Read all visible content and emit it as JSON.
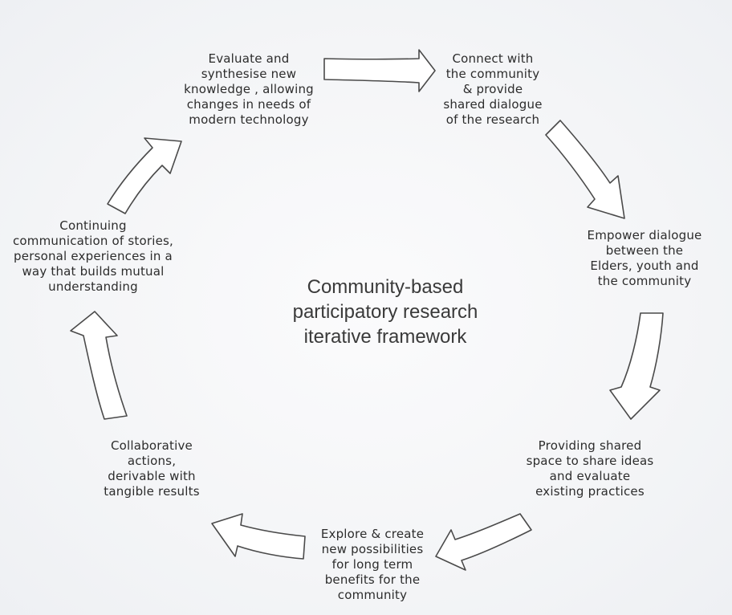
{
  "diagram": {
    "title_lines": [
      "Community-based",
      "participatory research",
      "iterative framework"
    ],
    "steps": [
      {
        "id": "connect",
        "lines": [
          "Connect with",
          "the community",
          "& provide",
          "shared dialogue",
          "of the research"
        ]
      },
      {
        "id": "empower",
        "lines": [
          "Empower dialogue",
          "between  the",
          "Elders, youth and",
          "the community"
        ]
      },
      {
        "id": "providing",
        "lines": [
          "Providing shared",
          "space to share ideas",
          "and evaluate",
          "existing practices"
        ]
      },
      {
        "id": "explore",
        "lines": [
          "Explore & create",
          "new possibilities",
          "for long term",
          "benefits for the",
          "community"
        ]
      },
      {
        "id": "collaborative",
        "lines": [
          "Collaborative",
          "actions,",
          "derivable with",
          "tangible results"
        ]
      },
      {
        "id": "continuing",
        "lines": [
          "Continuing",
          "communication of stories,",
          "personal experiences in a",
          "way that builds mutual",
          "understanding"
        ]
      },
      {
        "id": "evaluate",
        "lines": [
          "Evaluate and",
          "synthesise  new",
          "knowledge  ,  allowing",
          "changes in needs  of",
          "modern technology"
        ]
      }
    ]
  }
}
